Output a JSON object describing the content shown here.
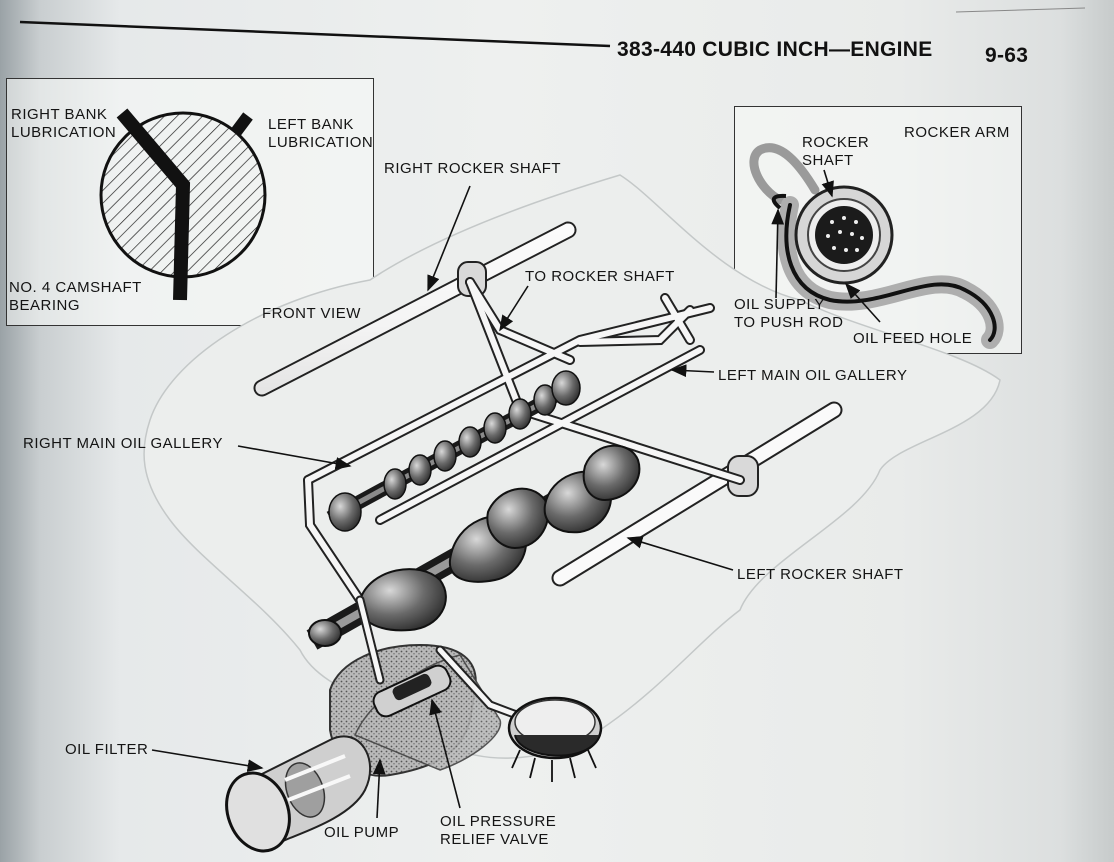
{
  "header": {
    "title": "383-440 CUBIC INCH—ENGINE",
    "page_number": "9-63"
  },
  "front_view_inset": {
    "right_bank_1": "RIGHT BANK",
    "right_bank_2": "LUBRICATION",
    "left_bank_1": "LEFT BANK",
    "left_bank_2": "LUBRICATION",
    "bearing_1": "NO. 4 CAMSHAFT",
    "bearing_2": "BEARING",
    "caption": "FRONT VIEW"
  },
  "rocker_arm_inset": {
    "title": "ROCKER ARM",
    "shaft_1": "ROCKER",
    "shaft_2": "SHAFT",
    "supply_1": "OIL SUPPLY",
    "supply_2": "TO PUSH ROD",
    "feed_hole": "OIL FEED HOLE"
  },
  "labels": {
    "right_rocker_shaft": "RIGHT ROCKER SHAFT",
    "to_rocker_shaft": "TO ROCKER SHAFT",
    "left_main_oil_gallery": "LEFT MAIN OIL GALLERY",
    "right_main_oil_gallery": "RIGHT MAIN OIL GALLERY",
    "left_rocker_shaft": "LEFT ROCKER SHAFT",
    "oil_filter": "OIL FILTER",
    "oil_pump": "OIL PUMP",
    "relief_valve_1": "OIL PRESSURE",
    "relief_valve_2": "RELIEF VALVE"
  }
}
